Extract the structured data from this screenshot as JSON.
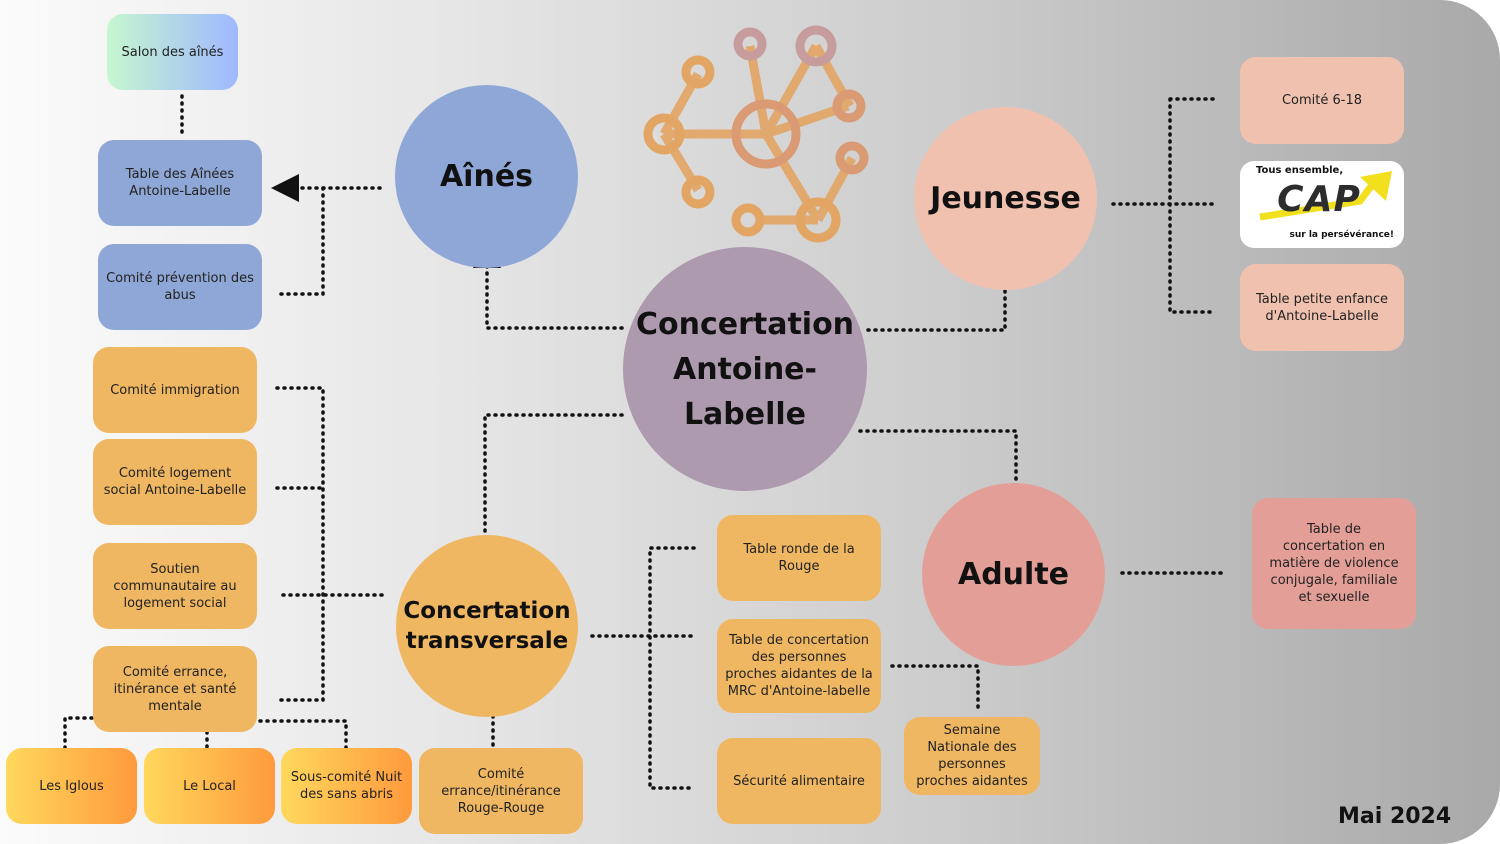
{
  "center": {
    "lines": [
      "Concertation",
      "Antoine-",
      "Labelle"
    ]
  },
  "hubs": {
    "aines": "Aînés",
    "jeunesse": "Jeunesse",
    "adulte": "Adulte",
    "transversale": [
      "Concertation",
      "transversale"
    ]
  },
  "aines_nodes": {
    "salon": "Salon des aînés",
    "table": "Table des Aînées Antoine-Labelle",
    "prevention": "Comité prévention des abus"
  },
  "jeunesse_nodes": {
    "comite": "Comité 6-18",
    "table_enfance": "Table petite enfance d'Antoine-Labelle",
    "cap": {
      "top": "Tous ensemble,",
      "word": "CAP",
      "bottom": "sur la persévérance!"
    }
  },
  "transversale_nodes": {
    "immigration": "Comité immigration",
    "logement": "Comité logement social Antoine-Labelle",
    "soutien": "Soutien communautaire au logement social",
    "errance": "Comité errance, itinérance et santé mentale",
    "rouge": "Comité errance/itinérance Rouge-Rouge",
    "table_ronde": "Table ronde de la Rouge",
    "proches": "Table de concertation des personnes proches aidantes de la MRC d'Antoine-labelle",
    "securite": "Sécurité alimentaire",
    "semaine": "Semaine Nationale des personnes proches aidantes"
  },
  "errance_subnodes": {
    "iglous": "Les Iglous",
    "local": "Le Local",
    "nuit": "Sous-comité Nuit des sans abris"
  },
  "adulte_nodes": {
    "violence": "Table de concertation en matière de violence conjugale, familiale et sexuelle"
  },
  "date": "Mai 2024",
  "colors": {
    "center": "#ae9aaf",
    "aines": "#8fa7d6",
    "jeunesse": "#f1c1b0",
    "adulte": "#e39f97",
    "transversale": "#f0b762",
    "logo": "#e3a563",
    "cap_arrow": "#f2e01f"
  },
  "icons": {
    "logo": "network-molecule-icon"
  }
}
